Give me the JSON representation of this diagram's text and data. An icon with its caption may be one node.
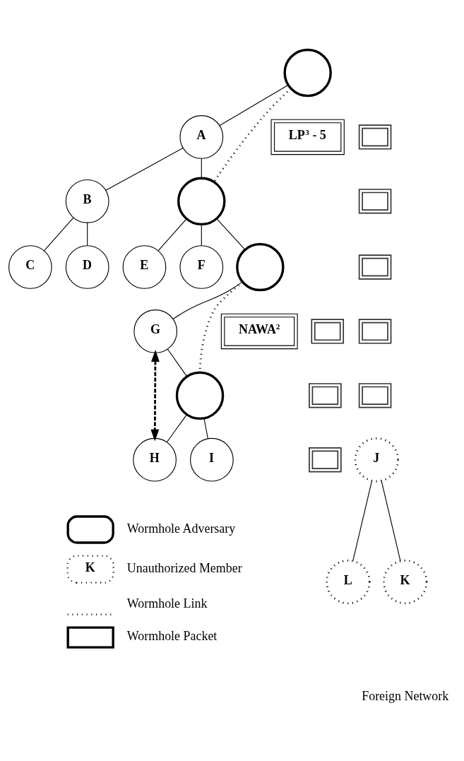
{
  "diagram": {
    "nodes": [
      {
        "text": [],
        "shape": "circle"
      },
      {
        "text": [
          "A"
        ]
      },
      {
        "text": [
          "B"
        ]
      },
      {
        "text": [],
        "shape": "circle"
      },
      {
        "text": [
          "C"
        ]
      },
      {
        "text": [
          "D"
        ]
      },
      {
        "text": [
          "E"
        ]
      },
      {
        "text": [
          "F"
        ]
      },
      {
        "text": [],
        "shape": "circle"
      },
      {
        "text": [
          "G"
        ]
      },
      {
        "text": [],
        "shape": "circle"
      },
      {
        "text": [
          "H"
        ]
      },
      {
        "text": [
          "I"
        ]
      },
      {
        "text": [
          "J"
        ]
      },
      {
        "text": [
          "L"
        ]
      },
      {
        "text": [
          "K"
        ]
      },
      {
        "text": [
          "LP$^{3}$ - 5"
        ]
      },
      {
        "text": [
          "NAWA$^{2}$"
        ]
      },
      {
        "text": [],
        "shape": "box"
      },
      {
        "text": [],
        "shape": "box"
      },
      {
        "text": [],
        "shape": "box"
      },
      {
        "text": [],
        "shape": "box"
      },
      {
        "text": [],
        "shape": "box"
      },
      {
        "text": [],
        "shape": "box"
      },
      {
        "text": [],
        "shape": "box"
      },
      {
        "text": [],
        "shape": "box"
      }
    ],
    "edges": [
      {
        "from": 0,
        "to": 1,
        "arrow": "none"
      },
      {
        "from": 1,
        "to": 2,
        "arrow": "none"
      },
      {
        "from": 1,
        "to": 3,
        "arrow": "none"
      },
      {
        "from": 2,
        "to": 4,
        "arrow": "none"
      },
      {
        "from": 2,
        "to": 5,
        "arrow": "none"
      },
      {
        "from": 3,
        "to": 6,
        "arrow": "none"
      },
      {
        "from": 3,
        "to": 7,
        "arrow": "none"
      },
      {
        "from": 3,
        "to": 8,
        "arrow": "none"
      },
      {
        "from": 8,
        "to": 9,
        "arrow": "none"
      },
      {
        "from": 9,
        "to": 10,
        "arrow": "none"
      },
      {
        "from": 10,
        "to": 11,
        "arrow": "none"
      },
      {
        "from": 10,
        "to": 12,
        "arrow": "none"
      },
      {
        "from": 13,
        "to": 14,
        "arrow": "none"
      },
      {
        "from": 13,
        "to": 15,
        "arrow": "none"
      },
      {
        "from": 0,
        "to": 3,
        "arrow": "none",
        "style": "dashed"
      },
      {
        "from": 8,
        "to": 10,
        "arrow": "none",
        "style": "dashed"
      },
      {
        "from": 9,
        "to": 11,
        "arrow": "both",
        "style": "dashed"
      }
    ],
    "labels": [
      "Foreign Network",
      "K"
    ],
    "legend": [
      {
        "text": "Wormhole Adversary"
      },
      {
        "text": "Unauthorized Member"
      },
      {
        "text": "Wormhole Link"
      },
      {
        "text": "Wormhole Packet"
      }
    ]
  }
}
